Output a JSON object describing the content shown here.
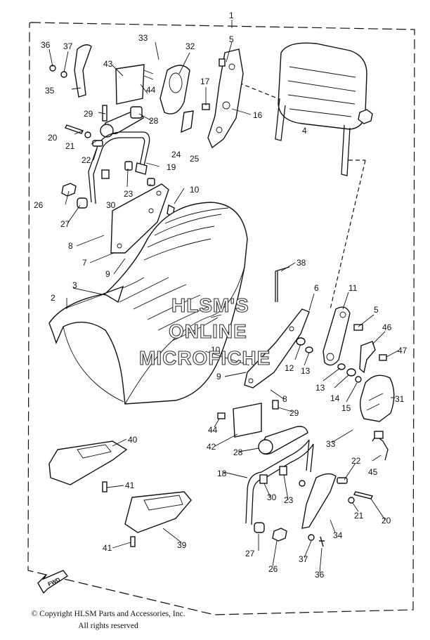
{
  "diagram": {
    "callouts": [
      "1",
      "2",
      "3",
      "4",
      "5",
      "6",
      "7",
      "8",
      "9",
      "10",
      "11",
      "12",
      "13",
      "14",
      "15",
      "16",
      "17",
      "18",
      "19",
      "20",
      "21",
      "22",
      "23",
      "24",
      "25",
      "26",
      "27",
      "28",
      "29",
      "30",
      "31",
      "32",
      "33",
      "34",
      "35",
      "36",
      "37",
      "38",
      "39",
      "40",
      "41",
      "42",
      "43",
      "44",
      "45",
      "46",
      "47"
    ],
    "fwd_label": "FWD"
  },
  "watermark": {
    "line1": "HLSM'S",
    "line2": "ONLINE",
    "line3": "MICROFICHE"
  },
  "footer": {
    "copyright": "© Copyright HLSM Parts and Accessories, Inc.",
    "rights": "All rights reserved"
  }
}
